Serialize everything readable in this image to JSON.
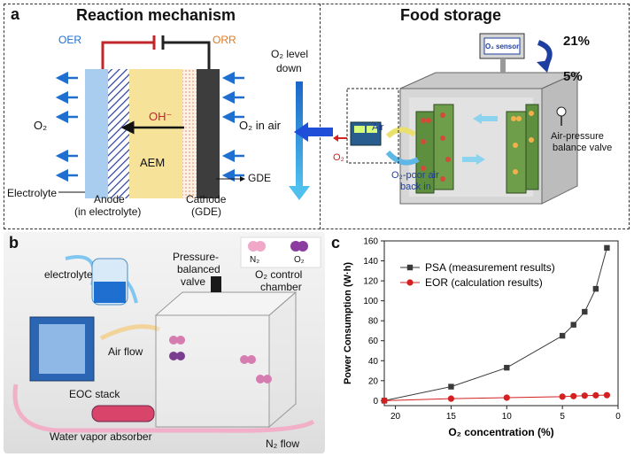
{
  "panel_a": {
    "label": "a",
    "left_title": "Reaction mechanism",
    "right_title": "Food storage",
    "oer": "OER",
    "orr": "ORR",
    "o2_left": "O₂",
    "oh": "OH⁻",
    "aem": "AEM",
    "o2_in_air": "O₂ in air",
    "gde": "GDE",
    "electrolyte": "Electrolyte",
    "anode": "Anode",
    "anode_sub": "(in electrolyte)",
    "cathode": "Cathode",
    "cathode_sub": "(GDE)",
    "o2_level_line1": "O₂ level",
    "o2_level_line2": "down",
    "sensor": "O₂ sensor",
    "pct_high": "21%",
    "pct_low": "5%",
    "air": "Air",
    "o2_label": "O₂",
    "poor_air_line1": "O₂-poor air",
    "poor_air_line2": "back in",
    "valve_line1": "Air-pressure",
    "valve_line2": "balance valve"
  },
  "panel_b": {
    "label": "b",
    "electrolyte": "electrolyte",
    "pressure_line1": "Pressure-",
    "pressure_line2": "balanced",
    "pressure_line3": "valve",
    "chamber_line1": "O₂ control",
    "chamber_line2": "chamber",
    "air_flow": "Air flow",
    "eoc_stack": "EOC stack",
    "absorber": "Water vapor absorber",
    "n2_flow": "N₂ flow",
    "legend_n2": "N₂",
    "legend_o2": "O₂"
  },
  "panel_c": {
    "label": "c"
  },
  "colors": {
    "psa": "#3a3a3a",
    "eor": "#d42020",
    "accent_blue": "#1f6fd0"
  },
  "chart_data": {
    "type": "line",
    "xlabel": "O₂ concentration (%)",
    "ylabel": "Power Consumption (W·h)",
    "xlim": [
      21,
      0
    ],
    "ylim": [
      -5,
      160
    ],
    "xticks": [
      "20",
      "15",
      "10",
      "5",
      "0"
    ],
    "xtick_values": [
      20,
      15,
      10,
      5,
      0
    ],
    "yticks": [
      "0",
      "20",
      "40",
      "60",
      "80",
      "100",
      "120",
      "140",
      "160"
    ],
    "ytick_values": [
      0,
      20,
      40,
      60,
      80,
      100,
      120,
      140,
      160
    ],
    "legend_position": "top-left",
    "series": [
      {
        "name": "PSA (measurement results)",
        "marker": "square",
        "color": "#3a3a3a",
        "x": [
          21,
          15,
          10,
          5,
          4,
          3,
          2,
          1
        ],
        "y": [
          0,
          14,
          33,
          65,
          76,
          89,
          112,
          153
        ]
      },
      {
        "name": "EOR (calculation results)",
        "marker": "circle",
        "color": "#d42020",
        "x": [
          21,
          15,
          10,
          5,
          4,
          3,
          2,
          1
        ],
        "y": [
          0,
          2,
          3,
          4,
          4.5,
          5,
          5.3,
          5.5
        ]
      }
    ]
  }
}
